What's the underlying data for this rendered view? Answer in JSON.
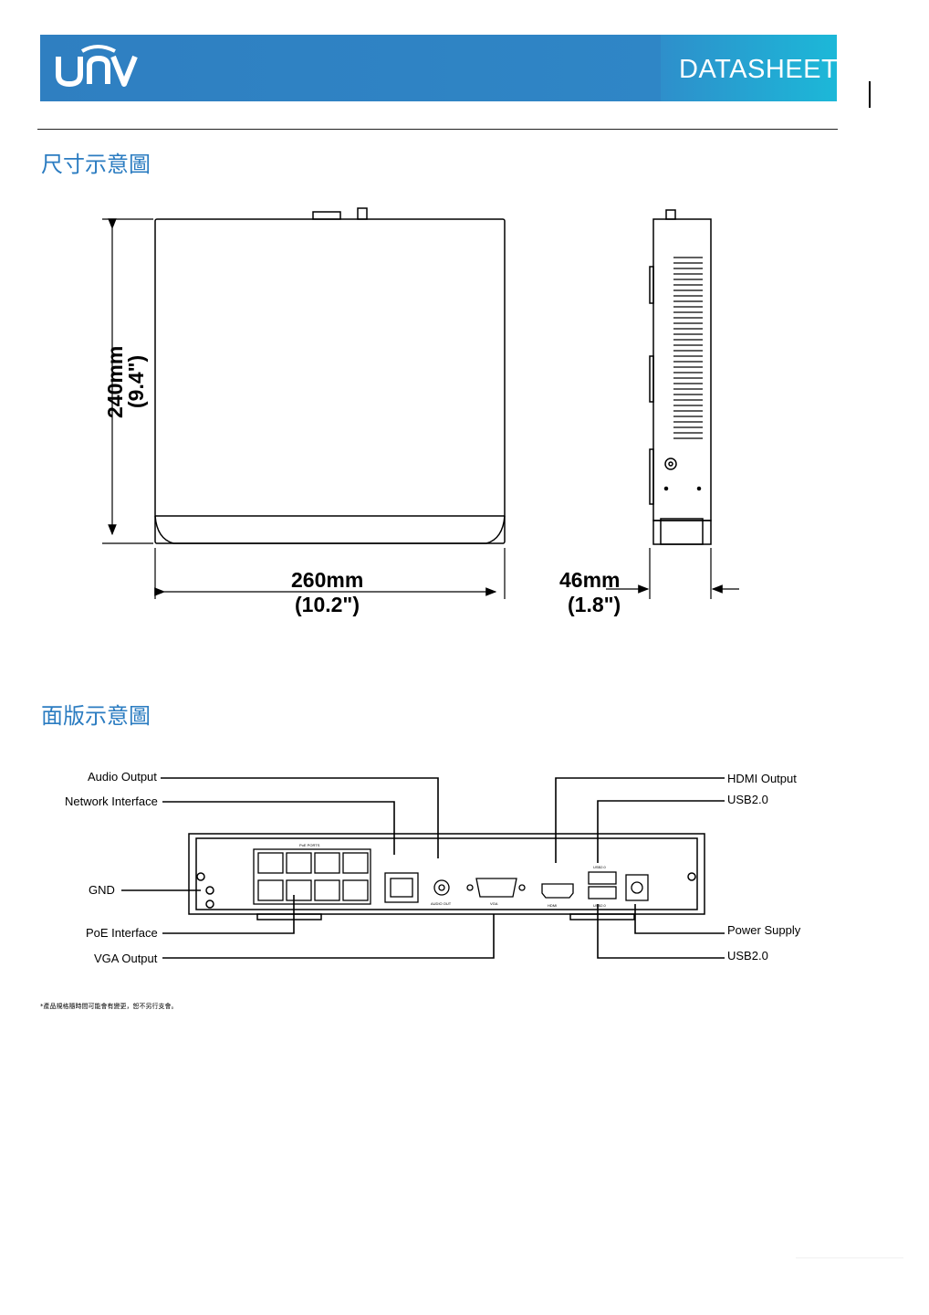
{
  "header": {
    "logo_text": "UNV",
    "doc_type": "DATASHEET",
    "brand_color": "#2f80c3"
  },
  "section_dimensions": {
    "title": "尺寸示意圖",
    "height_mm": "240mm",
    "height_in": "(9.4\")",
    "width_mm": "260mm",
    "width_in": "(10.2\")",
    "depth_mm": "46mm",
    "depth_in": "(1.8\")"
  },
  "section_panel": {
    "title": "面版示意圖",
    "labels_left": [
      "Audio Output",
      "Network Interface",
      "GND",
      "PoE Interface",
      "VGA Output"
    ],
    "labels_right": [
      "HDMI Output",
      "USB2.0",
      "Power Supply",
      "USB2.0"
    ],
    "port_text": {
      "poe_ports": "PoE PORTS",
      "audio_out": "AUDIO OUT",
      "vga": "VGA",
      "hdmi": "HDMI",
      "usb_top": "USB2.0",
      "usb_bottom": "USB2.0"
    }
  },
  "footnote": "*產品規格隨時間可能會有變更，恕不另行支會。"
}
